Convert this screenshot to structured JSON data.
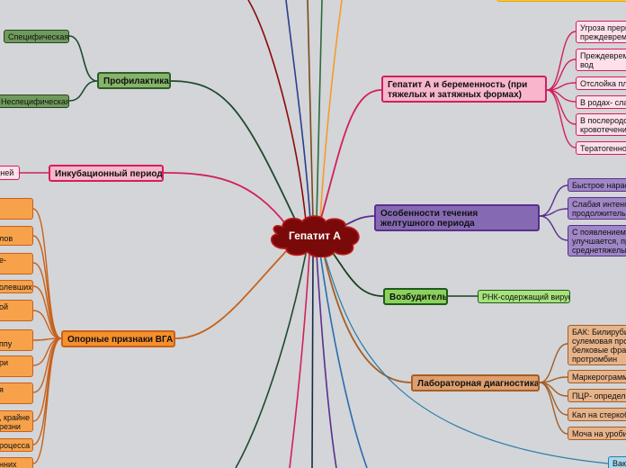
{
  "central": {
    "label": "Гепатит А"
  },
  "colors": {
    "background": "#d3d5d8",
    "central": "#7a0a0a",
    "prophylaxis": "#2e5e2a",
    "incubation": "#d2205a",
    "orange": "#c7611a",
    "pregnancy": "#d2205a",
    "jaundice": "#5a2f8e",
    "agent": "#1f5a1c",
    "lab": "#a55e25"
  },
  "left": {
    "prophylaxis": {
      "label": "Профилактика",
      "children": [
        "Специфическая",
        "Неспецифическая"
      ]
    },
    "incubation": {
      "label": "Инкубационный период",
      "child": "дней"
    },
    "signs": {
      "label": "Опорные признаки ВГА",
      "children": [
        "",
        "лов",
        "е-",
        "олевших",
        "ой",
        "ппу",
        "ри",
        "я",
        ", крайне\nрезни",
        "роцесса",
        "нних"
      ]
    }
  },
  "right": {
    "pregnancy": {
      "label": "Гепатит А и беременность (при тяжелых и затяжных формах)",
      "children": [
        "Угроза прерывания\nпреждевременных",
        "Преждевременное излитие\nвод",
        "Отслойка плаценты",
        "В родах- слабость",
        "В послеродовом периоде\nкровотечения",
        "Тератогенного"
      ]
    },
    "jaundice": {
      "label": "Особенности течения желтушного периода",
      "children": [
        "Быстрое нарастание",
        "Слабая интенсивность\nпродолжительность",
        "С появлением желтухи\nулучшается, при\nсреднетяжелых"
      ]
    },
    "agent": {
      "label": "Возбудитель",
      "child": "РНК-содержащий вирус"
    },
    "lab": {
      "label": "Лабораторная диагностика",
      "children": [
        "БАК: Билирубин,\nсулемовая проба,\nбелковые фракции,\nпротромбин",
        "Маркерограмма",
        "ПЦР- определение",
        "Кал на стеркобилин",
        "Моча на уробилин"
      ]
    },
    "bottom": {
      "child": "Вакц"
    }
  }
}
